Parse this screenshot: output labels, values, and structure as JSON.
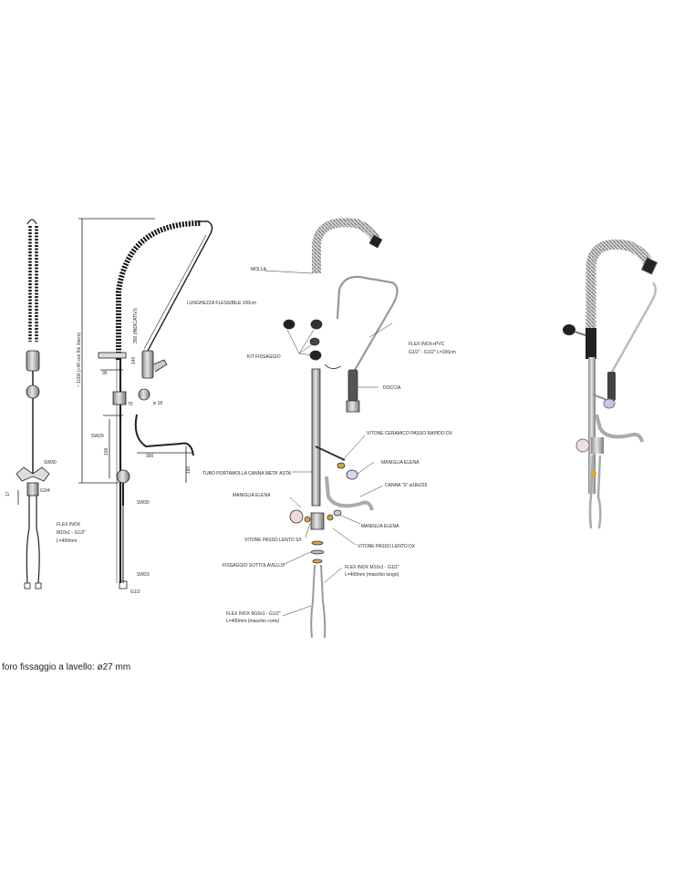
{
  "caption": "foro fissaggio a lavello: ø27 mm",
  "front_view": {
    "sw30": "SW30",
    "g34": "G3/4",
    "dim_17": "17",
    "flex_line1": "FLEX INOX",
    "flex_line2": "M10x1 - G1/2\"",
    "flex_line3": "L=400mm"
  },
  "side_view": {
    "lunghezza": "LUNGHEZZA FLESSIBILE 100cm",
    "indicativi": "350 (INDICATIVI)",
    "height": "~ 1000 (+40 con fkk 1bero)",
    "dim_95": "95",
    "dim_140": "140",
    "dim_70": "70",
    "dim_18": "ø 18",
    "sw29": "SW29",
    "dim_300": "300",
    "dim_180": "180",
    "dim_100": "100",
    "sw30": "SW30",
    "sw23": "SW23",
    "g12": "G1/2"
  },
  "exploded": {
    "molla": "MOLLA",
    "kit": "KIT FISSAGGIO",
    "flex_pvc1": "FLEX INOX+PVC",
    "flex_pvc2": "G1/2\" - G1/2\" L=100cm",
    "doccia": "DOCCIA",
    "vitone_ceramico": "VITONE CERAMICO PASSO RAPIDO DX",
    "maniglia_elena_1": "MANIGLIA ELENA",
    "tubo": "TUBO PORTAMOLLA CANNA META' ASTA",
    "canna1": "CANNA \"S\" ø18x220",
    "maniglia_elena_2": "MANIGLIA ELENA",
    "maniglia_elena_3": "MANIGLIA ELENA",
    "vitone_sx": "VITONE PASSO LENTO SX",
    "vitone_dx": "VITONE PASSO LENTO DX",
    "fissaggio": "FISSAGGIO SOTTOLAVELLO",
    "flex_long1": "FLEX INOX M10x1 - G1/2\"",
    "flex_long2": "L=400mm (maschio lungo)",
    "flex_short1": "FLEX INOX M10x1 - G1/2\"",
    "flex_short2": "L=400mm (maschio corto)"
  }
}
